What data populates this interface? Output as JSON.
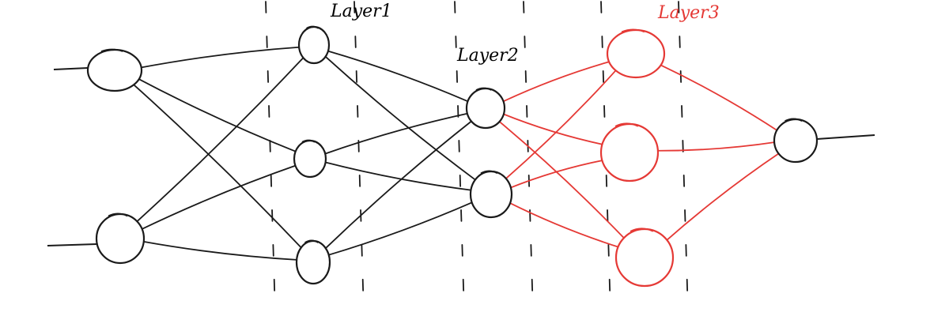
{
  "diagram": {
    "layer_labels": [
      {
        "id": "layer-1",
        "text": "Layer1",
        "color": "#000000"
      },
      {
        "id": "layer-2",
        "text": "Layer2",
        "color": "#000000"
      },
      {
        "id": "layer-3",
        "text": "Layer3",
        "color": "#e53935"
      }
    ],
    "colors": {
      "black": "#1a1a1a",
      "red": "#e53935"
    },
    "nodes": [
      {
        "id": "in1",
        "group": "input"
      },
      {
        "id": "in2",
        "group": "input"
      },
      {
        "id": "l1a",
        "group": "layer1"
      },
      {
        "id": "l1b",
        "group": "layer1"
      },
      {
        "id": "l1c",
        "group": "layer1"
      },
      {
        "id": "l2a",
        "group": "layer2"
      },
      {
        "id": "l2b",
        "group": "layer2"
      },
      {
        "id": "l3a",
        "group": "layer3"
      },
      {
        "id": "l3b",
        "group": "layer3"
      },
      {
        "id": "l3c",
        "group": "layer3"
      },
      {
        "id": "out",
        "group": "output"
      }
    ],
    "edges": [
      {
        "from": "in1",
        "to": "l1a",
        "color": "black"
      },
      {
        "from": "in1",
        "to": "l1b",
        "color": "black"
      },
      {
        "from": "in1",
        "to": "l1c",
        "color": "black"
      },
      {
        "from": "in2",
        "to": "l1a",
        "color": "black"
      },
      {
        "from": "in2",
        "to": "l1b",
        "color": "black"
      },
      {
        "from": "in2",
        "to": "l1c",
        "color": "black"
      },
      {
        "from": "l1a",
        "to": "l2a",
        "color": "black"
      },
      {
        "from": "l1a",
        "to": "l2b",
        "color": "black"
      },
      {
        "from": "l1b",
        "to": "l2a",
        "color": "black"
      },
      {
        "from": "l1b",
        "to": "l2b",
        "color": "black"
      },
      {
        "from": "l1c",
        "to": "l2a",
        "color": "black"
      },
      {
        "from": "l1c",
        "to": "l2b",
        "color": "black"
      },
      {
        "from": "l2a",
        "to": "l3a",
        "color": "red"
      },
      {
        "from": "l2a",
        "to": "l3b",
        "color": "red"
      },
      {
        "from": "l2a",
        "to": "l3c",
        "color": "red"
      },
      {
        "from": "l2b",
        "to": "l3a",
        "color": "red"
      },
      {
        "from": "l2b",
        "to": "l3b",
        "color": "red"
      },
      {
        "from": "l2b",
        "to": "l3c",
        "color": "red"
      },
      {
        "from": "l3a",
        "to": "out",
        "color": "red"
      },
      {
        "from": "l3b",
        "to": "out",
        "color": "red"
      },
      {
        "from": "l3c",
        "to": "out",
        "color": "red"
      }
    ]
  }
}
